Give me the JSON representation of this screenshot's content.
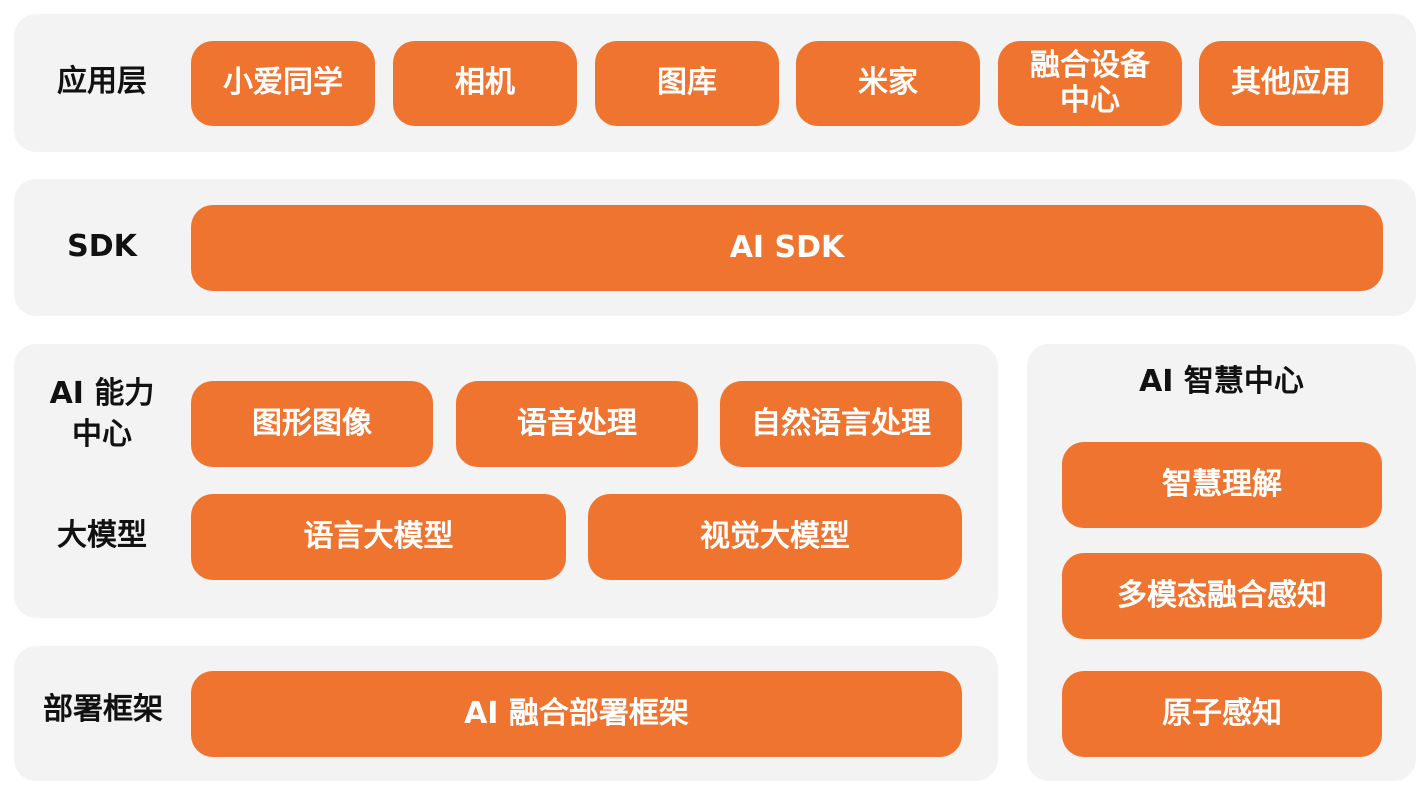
{
  "app_layer": {
    "label": "应用层",
    "items": [
      "小爱同学",
      "相机",
      "图库",
      "米家",
      "融合设备中心",
      "其他应用"
    ]
  },
  "sdk_layer": {
    "label": "SDK",
    "item": "AI SDK"
  },
  "ai_ability": {
    "label": "AI 能力中心",
    "items": [
      "图形图像",
      "语音处理",
      "自然语言处理"
    ]
  },
  "large_model": {
    "label": "大模型",
    "items": [
      "语言大模型",
      "视觉大模型"
    ]
  },
  "deploy": {
    "label": "部署框架",
    "item": "AI 融合部署框架"
  },
  "smart_center": {
    "title": "AI 智慧中心",
    "items": [
      "智慧理解",
      "多模态融合感知",
      "原子感知"
    ]
  },
  "colors": {
    "box_fill": "#ee742f",
    "panel_fill": "#f3f3f3",
    "box_text": "#ffffff",
    "label_text": "#111111"
  }
}
